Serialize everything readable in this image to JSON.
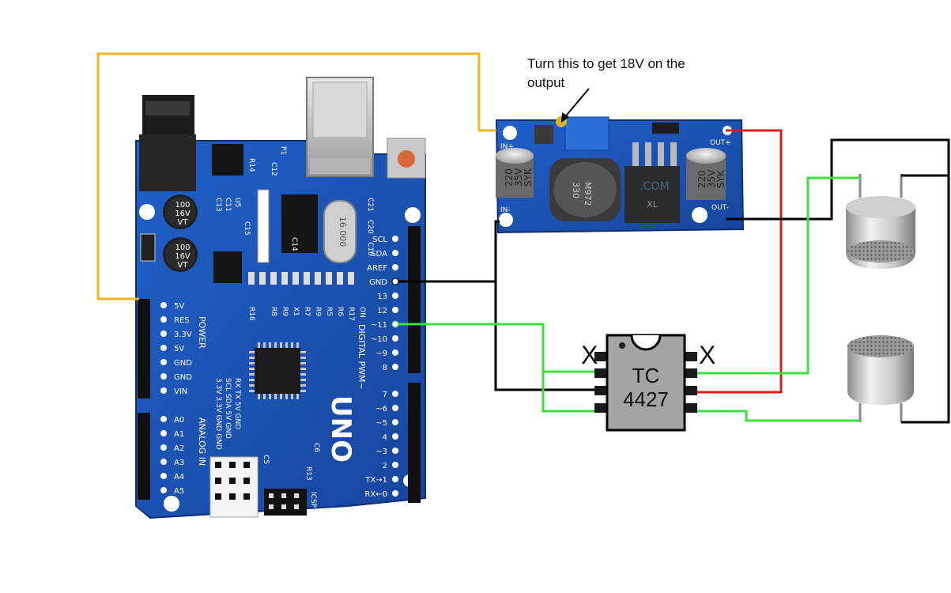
{
  "annotation": {
    "line1": "Turn this to get 18V on the",
    "line2": "output"
  },
  "arduino": {
    "brand": "UNO",
    "power_header_title": "POWER",
    "power_pins": [
      "5V",
      "RES",
      "3.3V",
      "5V",
      "GND",
      "GND",
      "VIN"
    ],
    "analog_header_title": "ANALOG IN",
    "analog_pins": [
      "A0",
      "A1",
      "A2",
      "A3",
      "A4",
      "A5"
    ],
    "digital_header_title": "DIGITAL PWM~",
    "digital_pins_top": [
      "SCL",
      "SDA",
      "AREF",
      "GND",
      "13",
      "12",
      "~11",
      "~10",
      "~9",
      "8"
    ],
    "digital_pins_bottom": [
      "7",
      "~6",
      "~5",
      "4",
      "~3",
      "2",
      "TX→1",
      "RX←0"
    ],
    "icsp_label": "ICSP",
    "bottom_silk": [
      "RX TX 5V GND",
      "SCL SDA 5V GND",
      "3.3V 3.3V GND GND"
    ],
    "cap1": {
      "line1": "100",
      "line2": "16V",
      "line3": "VT"
    },
    "cap2": {
      "line1": "100",
      "line2": "16V",
      "line3": "VT"
    },
    "crystal": "16.000",
    "row_labels": [
      "R16",
      "R8",
      "R9",
      "X1",
      "R7",
      "R9",
      "R5",
      "R6",
      "R17",
      "ON"
    ],
    "misc_labels": [
      "C13",
      "R14",
      "C12",
      "C11",
      "U5",
      "C15",
      "C21",
      "C20",
      "C16",
      "C6",
      "C5",
      "R13",
      "C14",
      "P1"
    ]
  },
  "buck": {
    "in_plus": "IN+",
    "in_minus": "IN-",
    "out_plus": "OUT+",
    "out_minus": "OUT-",
    "cap_left": {
      "line1": "220",
      "line2": "35V",
      "line3": "SYK"
    },
    "cap_right": {
      "line1": "220",
      "line2": "35V",
      "line3": "SYK"
    },
    "inductor": {
      "line1": "330",
      "line2": "M972"
    },
    "chip_text": "XL",
    "watermark": ".COM"
  },
  "driver": {
    "line1": "TC",
    "line2": "4427",
    "nc_left": "X",
    "nc_right": "X"
  },
  "colors": {
    "wire_yellow": "#f2b61c",
    "wire_red": "#d91c1c",
    "wire_green": "#3de03d",
    "wire_black": "#000000",
    "pcb_blue": "#1a4fb0",
    "chip_gray": "#a4a4a4"
  },
  "icons": [
    "dc-barrel-jack",
    "usb-b-connector",
    "reset-button",
    "arduino-uno-board",
    "buck-converter-module",
    "potentiometer",
    "ultrasonic-transducer",
    "ic-dip8"
  ]
}
